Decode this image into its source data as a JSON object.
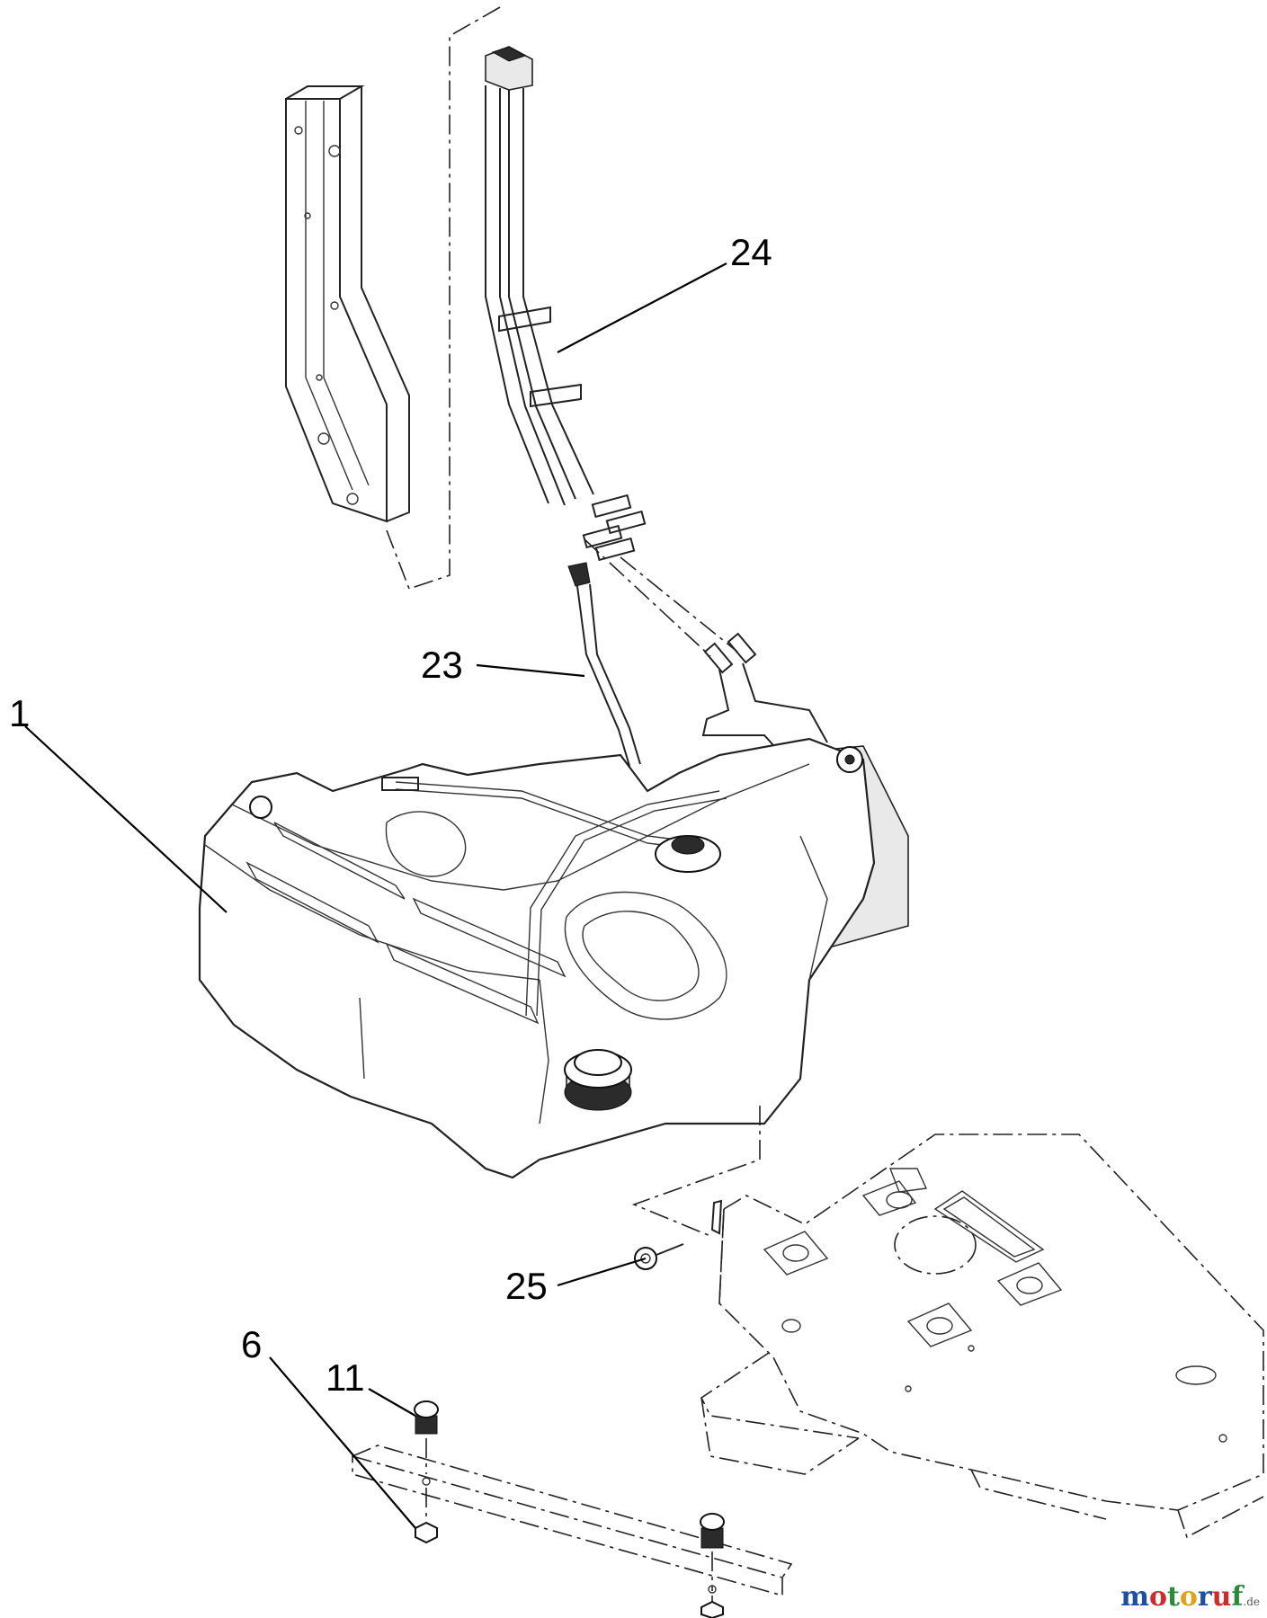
{
  "callouts": {
    "c1": "1",
    "c6": "6",
    "c11": "11",
    "c23": "23",
    "c24": "24",
    "c25": "25"
  },
  "watermark": {
    "letters": [
      "m",
      "o",
      "t",
      "o",
      "r",
      "u",
      "f"
    ],
    "domain": ".de",
    "letter_colors": [
      "#1f4fa3",
      "#d12a2a",
      "#2a8a3a",
      "#e0a21a",
      "#1f4fa3",
      "#d12a2a",
      "#2a8a3a"
    ]
  }
}
